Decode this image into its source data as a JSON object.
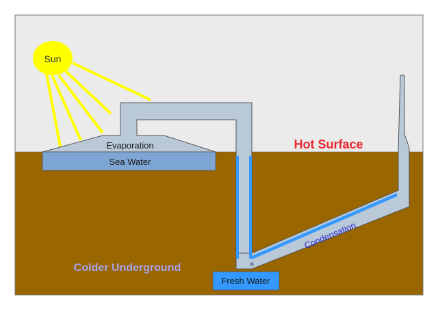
{
  "labels": {
    "sun": "Sun",
    "evaporation": "Evaporation",
    "sea_water": "Sea Water",
    "hot_surface": "Hot Surface",
    "colder_underground": "Colder Underground",
    "condensation": "Condensation",
    "fresh_water": "Fresh Water"
  },
  "colors": {
    "sky": "#ebebeb",
    "ground": "#996600",
    "sun": "#ffff00",
    "sun_rays": "#ffff00",
    "pipe": "#b9c9d8",
    "pipe_outline": "#555555",
    "sea_water": "#7ea6d4",
    "condensed_water": "#3399ff",
    "fresh_water_box": "#3399ff",
    "hot_surface_text": "#e8292f",
    "colder_text": "#a8a3ee",
    "condensation_text": "#2b2bd6"
  }
}
